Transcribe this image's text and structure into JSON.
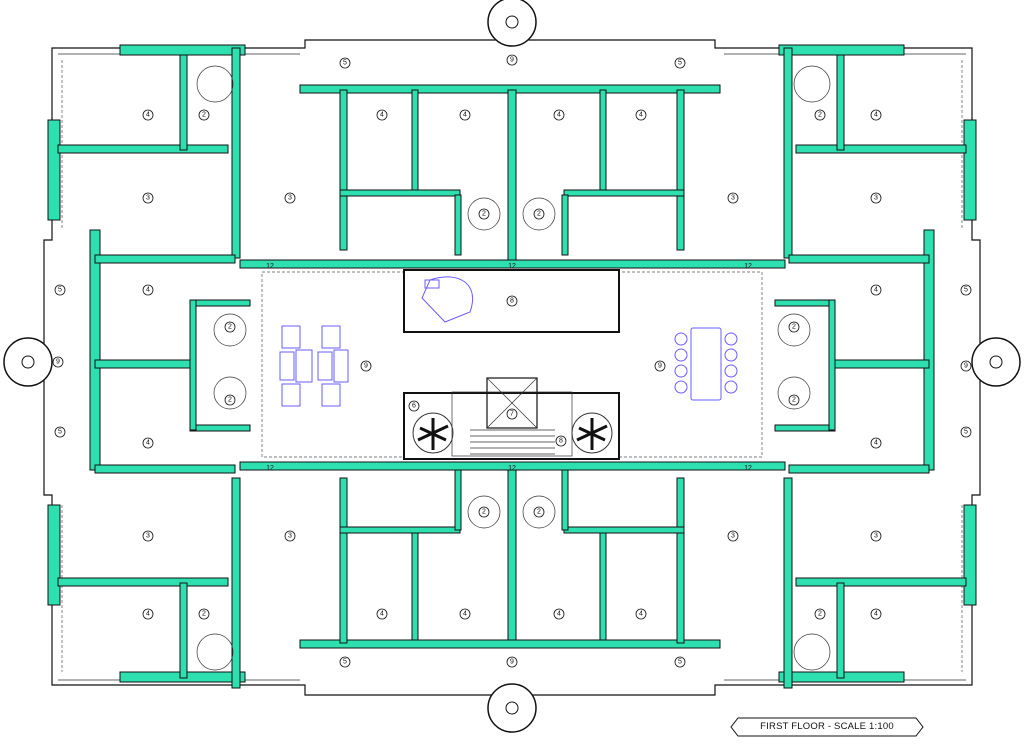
{
  "title": "FIRST FLOOR - SCALE 1:100",
  "colors": {
    "wall": "#2ee0b0",
    "line": "#111111",
    "furniture": "#6a5cff",
    "background": "#ffffff"
  },
  "room_tags": {
    "t2": "2",
    "t3": "3",
    "t4": "4",
    "t5": "5",
    "t6": "6",
    "t7": "7",
    "t8": "8",
    "t9": "9",
    "t12": "12"
  },
  "icons": [
    "spiral-stair-icon",
    "piano-icon",
    "tree-icon",
    "elevator-icon",
    "toilet-icon",
    "sofa-icon",
    "table-icon"
  ]
}
